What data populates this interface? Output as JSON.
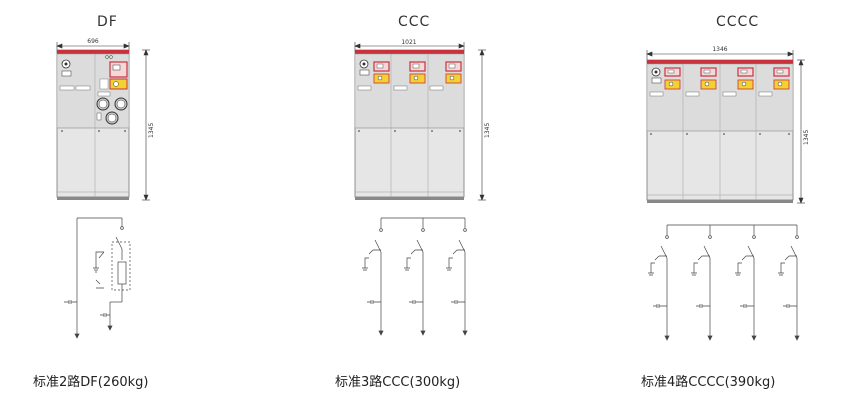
{
  "units": [
    {
      "code": "DF",
      "width_label": "696",
      "height_label": "1345",
      "caption": "标准2路DF(260kg)"
    },
    {
      "code": "CCC",
      "width_label": "1021",
      "height_label": "1345",
      "caption": "标准3路CCC(300kg)"
    },
    {
      "code": "CCCC",
      "width_label": "1346",
      "height_label": "1345",
      "caption": "标准4路CCCC(390kg)"
    }
  ],
  "colors": {
    "accent_red": "#c8323c",
    "yellow": "#f2d230",
    "panel_grey": "#e6e6e6",
    "frame": "#666666"
  }
}
